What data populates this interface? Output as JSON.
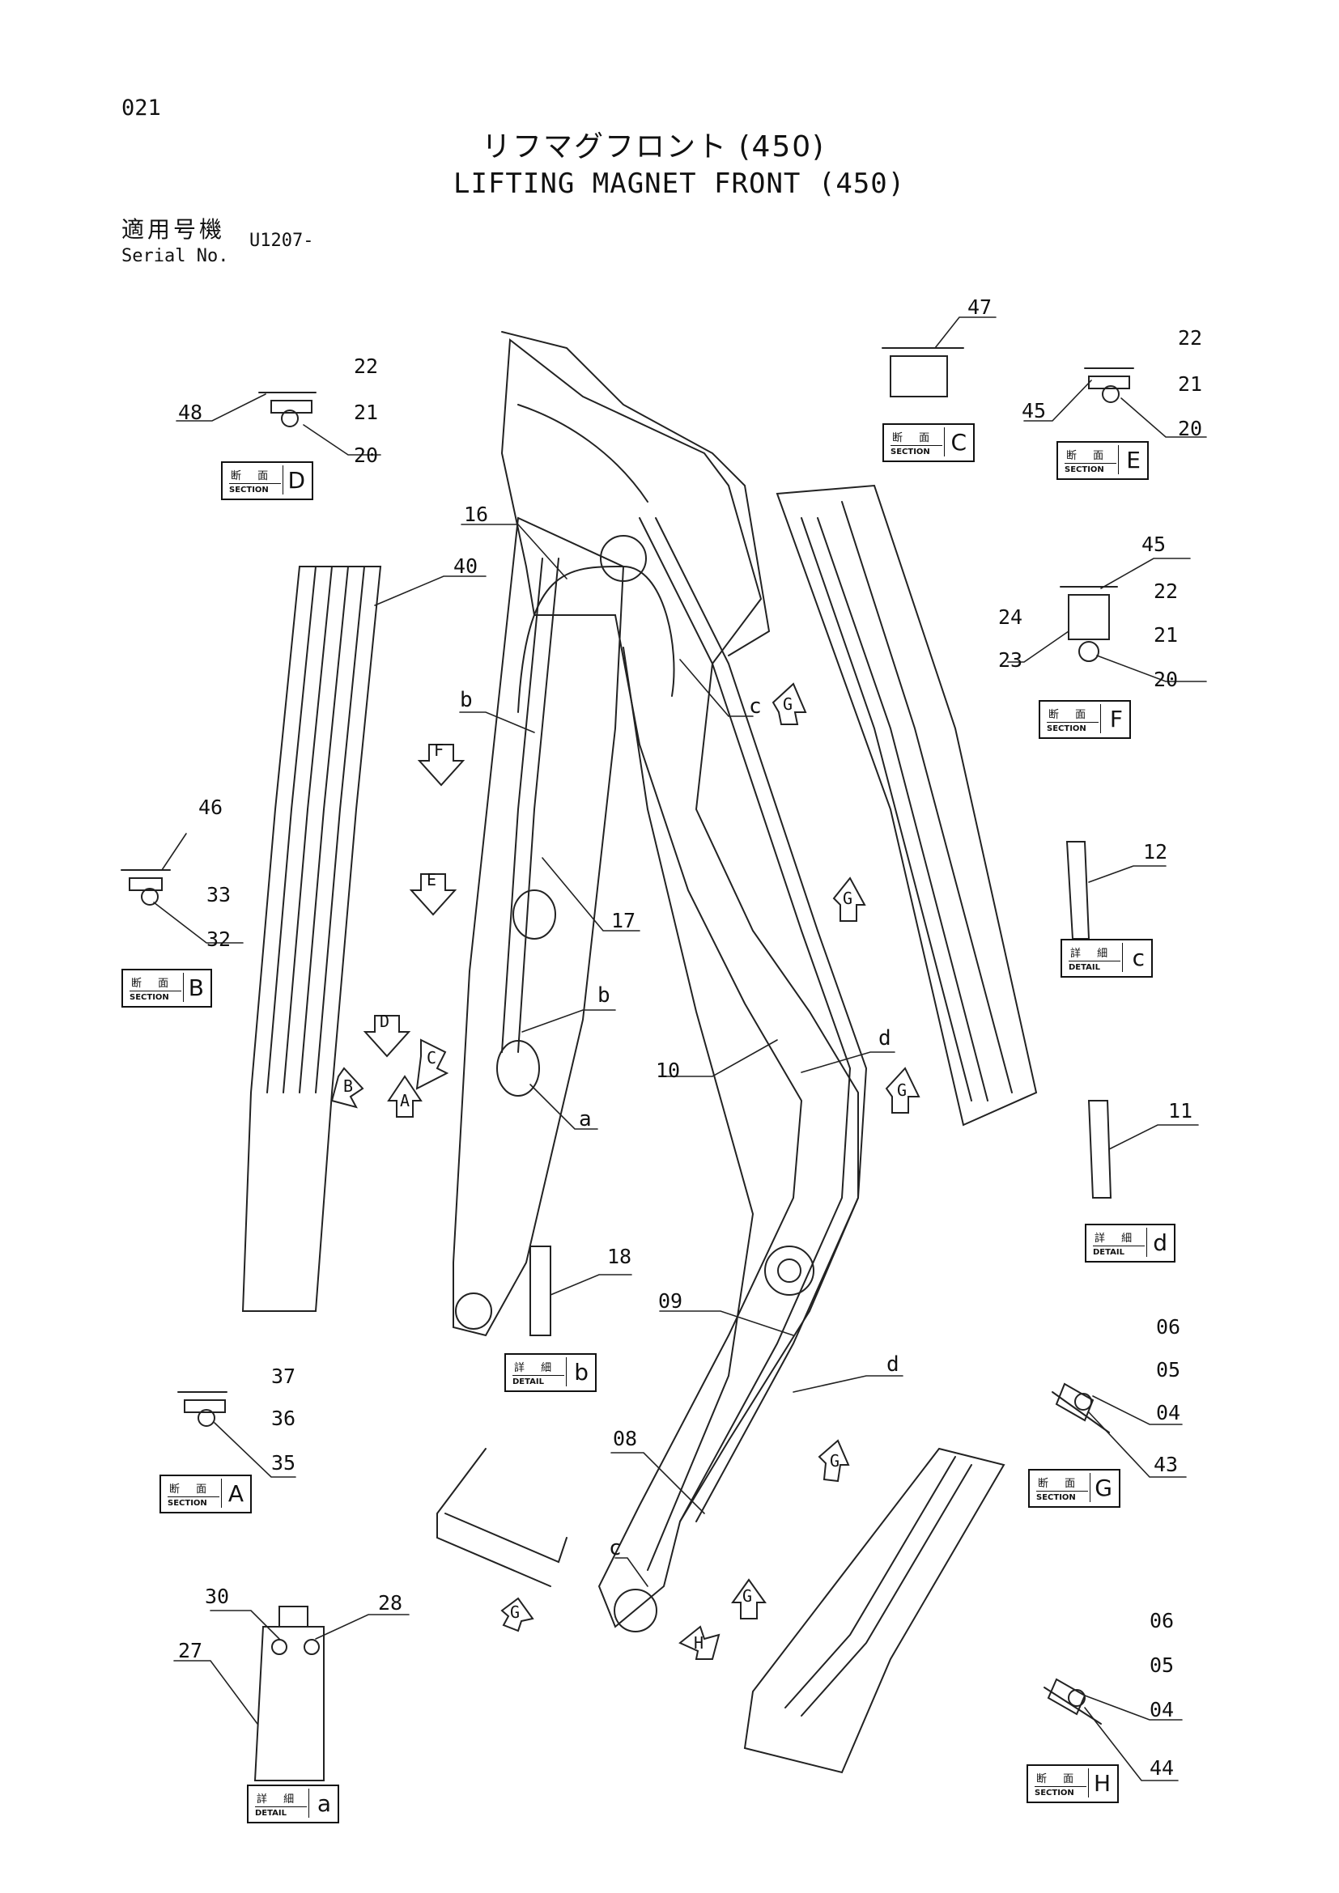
{
  "page_number": "021",
  "title_jp": "リフマグフロント (450)",
  "title_en": "LIFTING MAGNET FRONT (450)",
  "serial": {
    "label_jp": "適用号機",
    "label_en": "Serial No.",
    "value": "U1207-"
  },
  "part_numbers": [
    "48",
    "22",
    "21",
    "20",
    "47",
    "22",
    "21",
    "20",
    "45",
    "16",
    "40",
    "45",
    "24",
    "23",
    "22",
    "21",
    "20",
    "b",
    "c",
    "46",
    "33",
    "32",
    "17",
    "12",
    "b",
    "d",
    "10",
    "a",
    "11",
    "18",
    "09",
    "06",
    "05",
    "04",
    "37",
    "36",
    "35",
    "d",
    "08",
    "43",
    "c",
    "30",
    "28",
    "27",
    "06",
    "05",
    "04",
    "44"
  ],
  "view_tags": [
    {
      "jp": "断 面",
      "en": "SECTION",
      "letter": "D"
    },
    {
      "jp": "断 面",
      "en": "SECTION",
      "letter": "C"
    },
    {
      "jp": "断 面",
      "en": "SECTION",
      "letter": "E"
    },
    {
      "jp": "断 面",
      "en": "SECTION",
      "letter": "F"
    },
    {
      "jp": "断 面",
      "en": "SECTION",
      "letter": "B"
    },
    {
      "jp": "詳 細",
      "en": "DETAIL",
      "letter": "c"
    },
    {
      "jp": "詳 細",
      "en": "DETAIL",
      "letter": "d"
    },
    {
      "jp": "詳 細",
      "en": "DETAIL",
      "letter": "b"
    },
    {
      "jp": "断 面",
      "en": "SECTION",
      "letter": "A"
    },
    {
      "jp": "断 面",
      "en": "SECTION",
      "letter": "G"
    },
    {
      "jp": "詳 細",
      "en": "DETAIL",
      "letter": "a"
    },
    {
      "jp": "断 面",
      "en": "SECTION",
      "letter": "H"
    }
  ],
  "view_arrows": [
    "F",
    "E",
    "D",
    "C",
    "B",
    "A",
    "G",
    "G",
    "G",
    "G",
    "G",
    "G",
    "H"
  ]
}
